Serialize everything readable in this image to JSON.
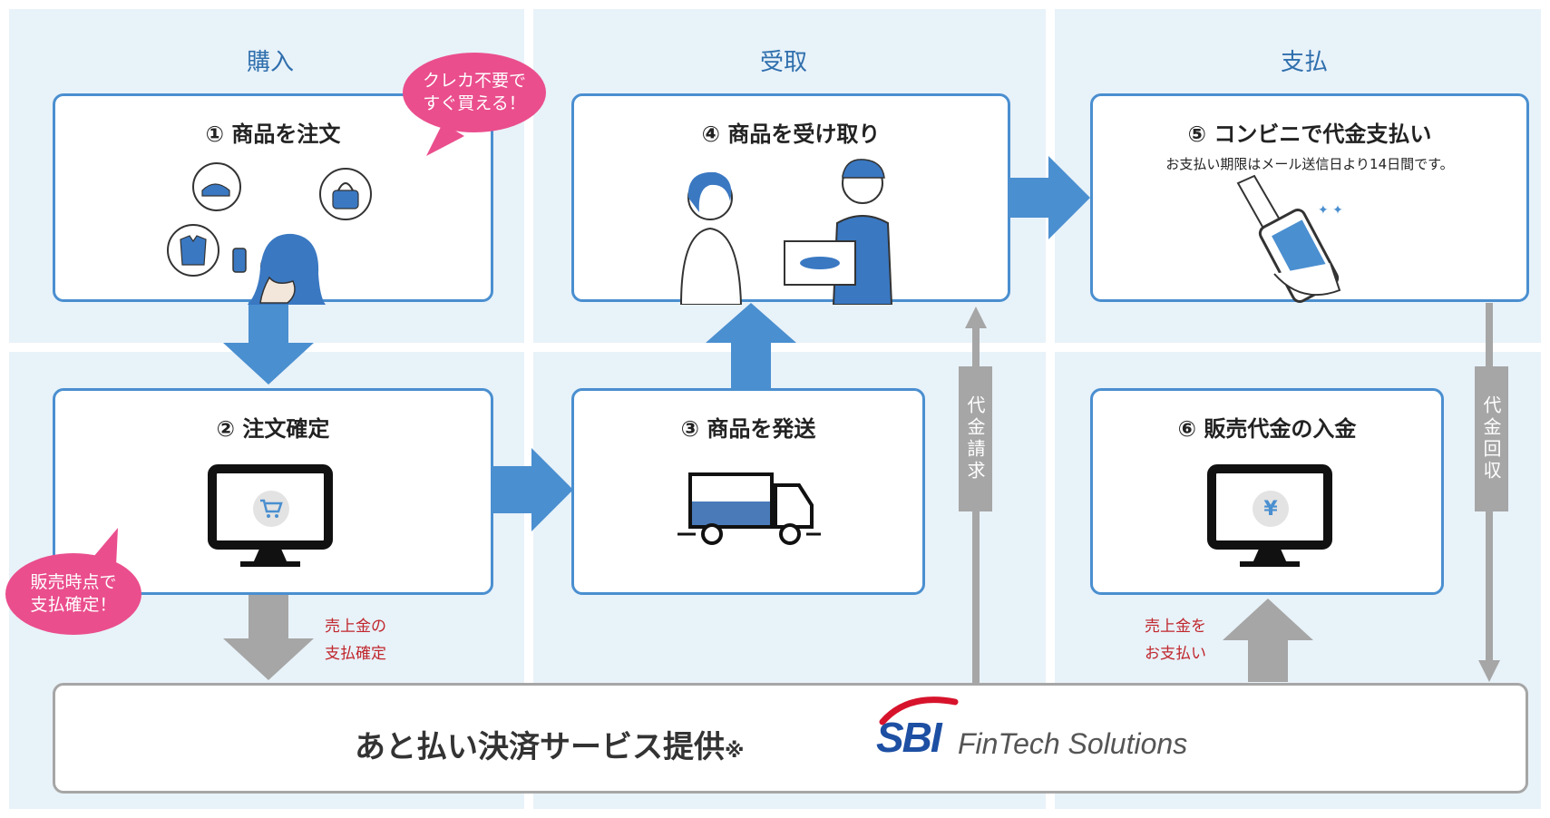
{
  "columns": [
    "購入",
    "受取",
    "支払"
  ],
  "steps": {
    "s1": "① 商品を注文",
    "s2": "② 注文確定",
    "s3": "③ 商品を発送",
    "s4": "④ 商品を受け取り",
    "s5": "⑤ コンビニで代金支払い",
    "s5_note": "お支払い期限はメール送信日より14日間です。",
    "s6": "⑥ 販売代金の入金"
  },
  "bubbles": {
    "no_card": [
      "クレカ不要で",
      "すぐ買える！"
    ],
    "fixed": [
      "販売時点で",
      "支払確定！"
    ]
  },
  "side_labels": {
    "billing": "代金請求",
    "collection": "代金回収"
  },
  "notes": {
    "sales_fixed": [
      "売上金の",
      "支払確定"
    ],
    "sales_pay": [
      "売上金を",
      "お支払い"
    ]
  },
  "provider": {
    "title": "あと払い決済サービス提供",
    "mark": "※",
    "logo_main": "SBI",
    "logo_sub": "FinTech Solutions"
  },
  "icons": {
    "cart": "cart-icon",
    "yen": "yen-icon"
  },
  "colors": {
    "accent": "#4a8fd0",
    "bubble": "#ea4e8d",
    "gray_arrow": "#a6a6a6",
    "note_red": "#c0272d",
    "panel_bg": "#e8f2f9"
  }
}
